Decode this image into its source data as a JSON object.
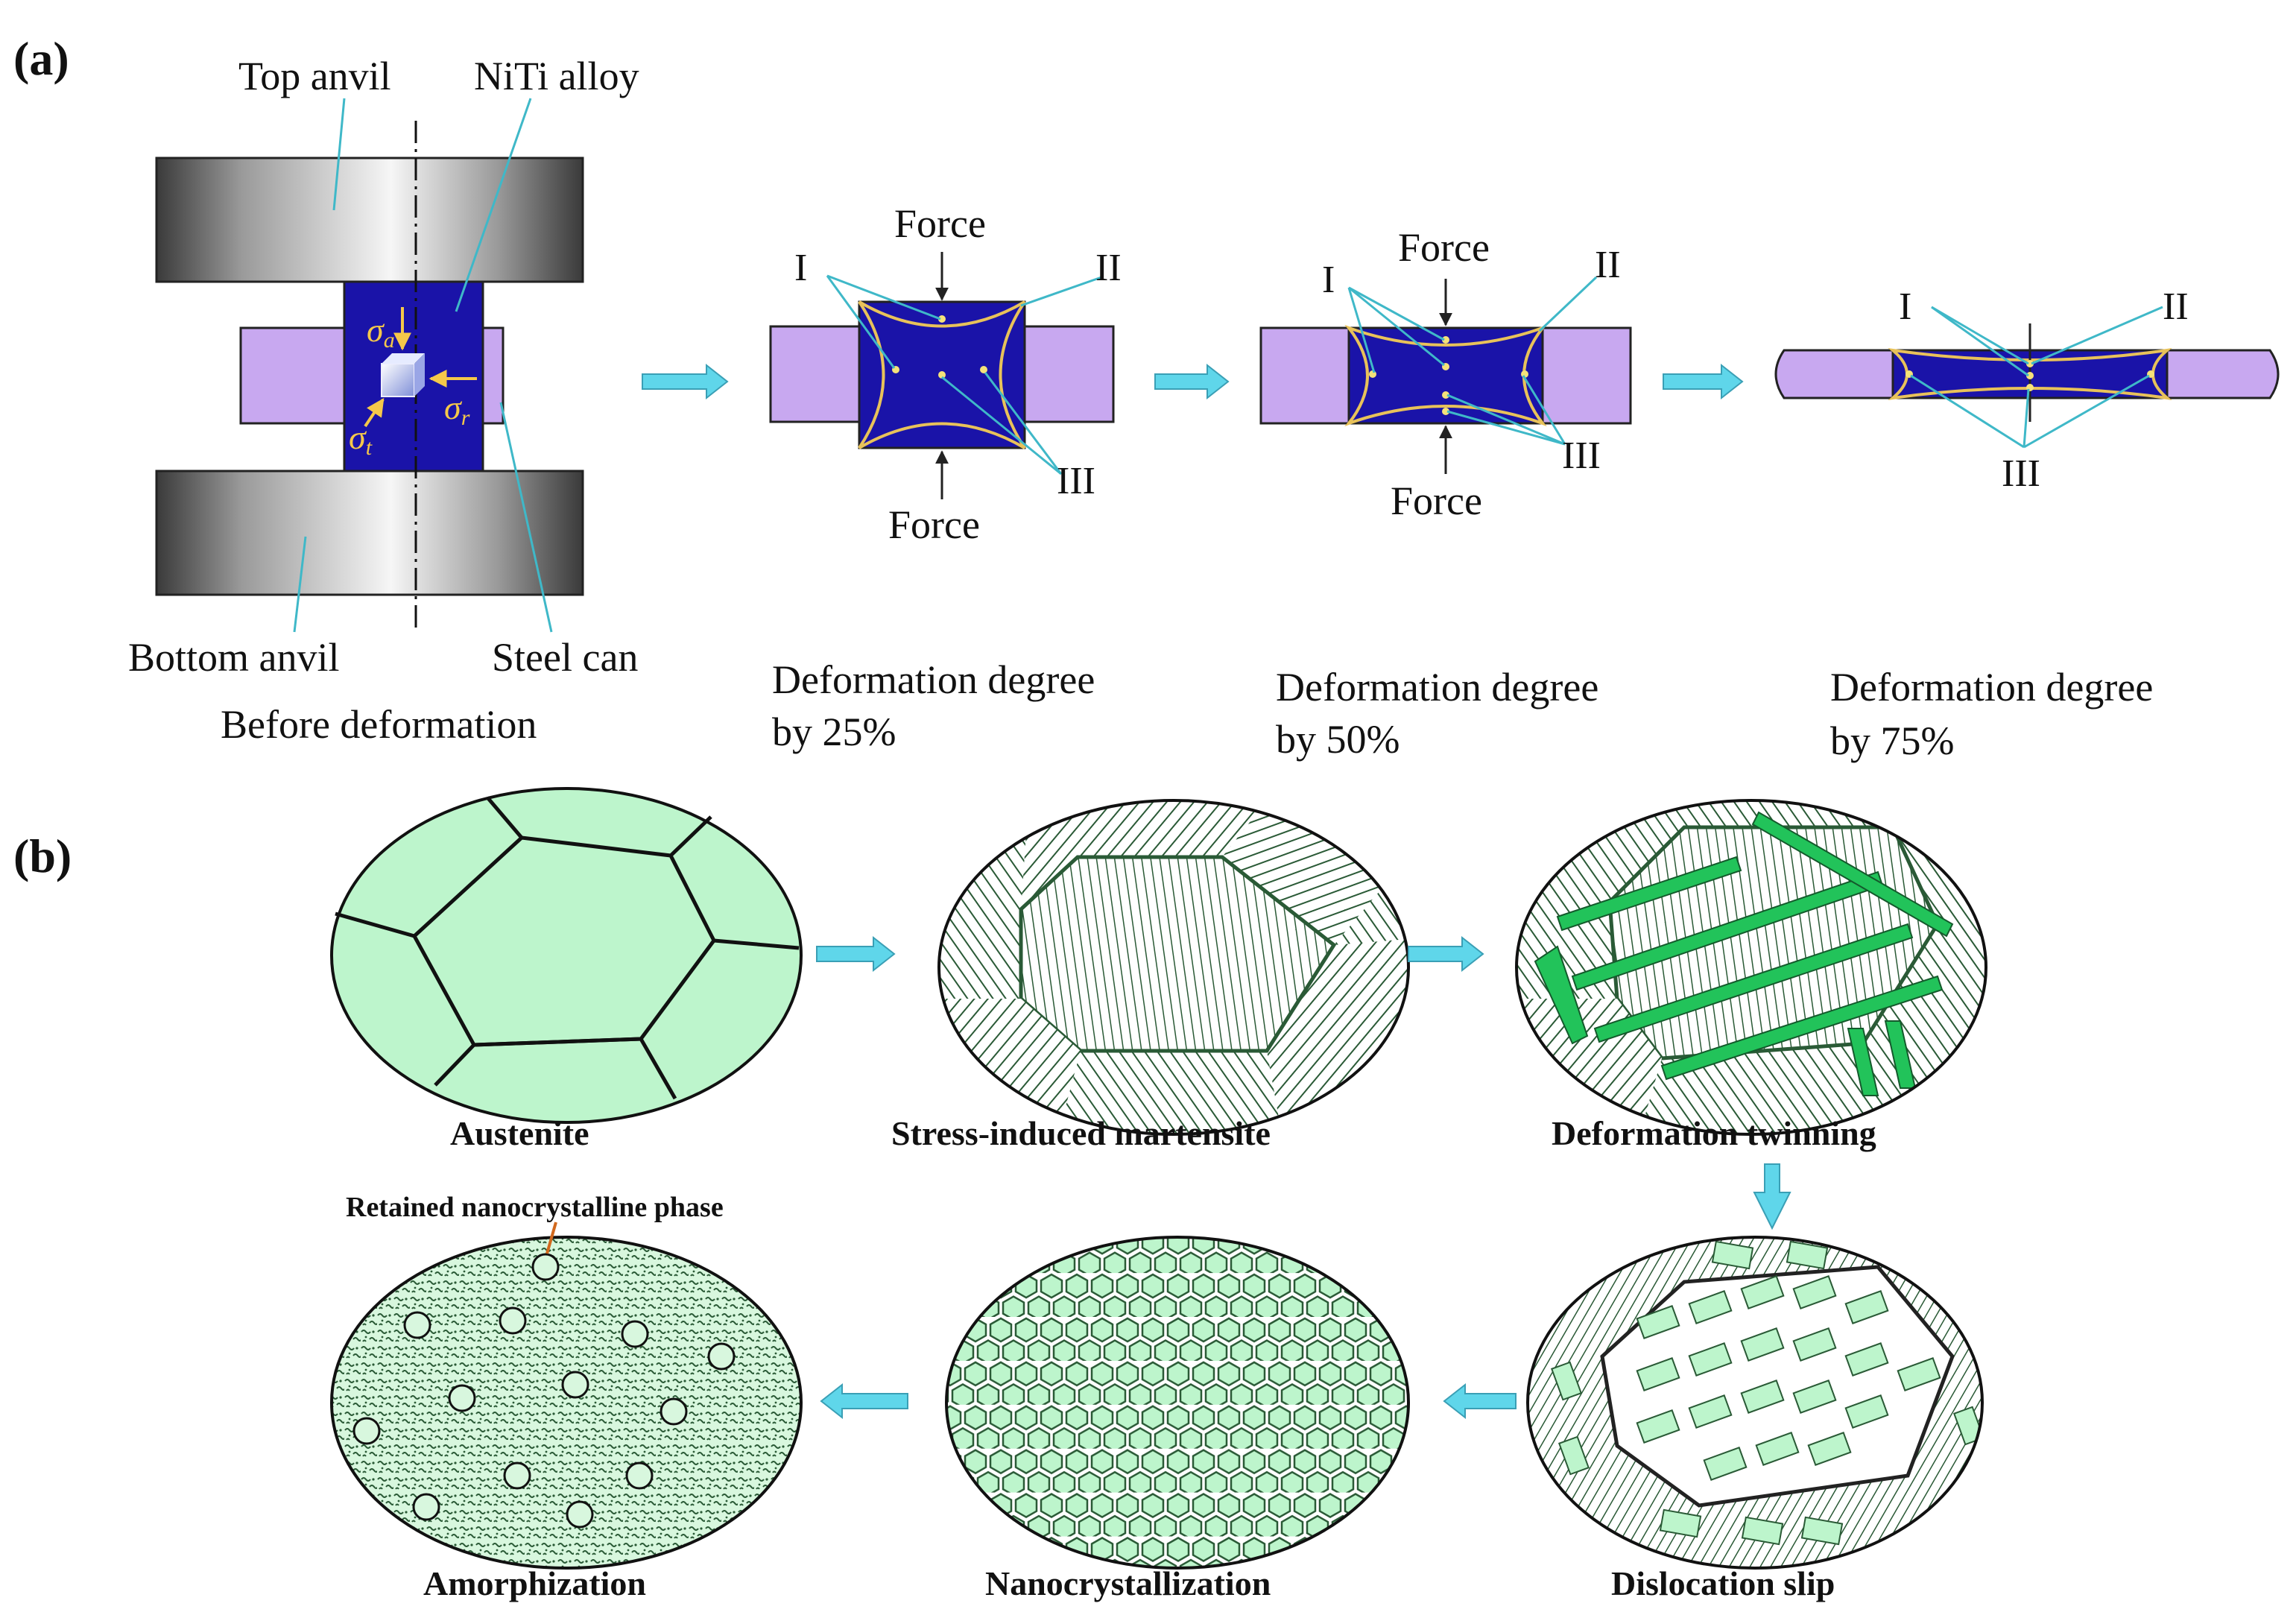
{
  "panel_a": {
    "label": "(a)",
    "top_anvil": "Top anvil",
    "niti_alloy": "NiTi alloy",
    "bottom_anvil": "Bottom anvil",
    "steel_can": "Steel can",
    "before": "Before deformation",
    "sigma": "σ",
    "sigma_a": "a",
    "sigma_t": "t",
    "sigma_r": "r",
    "force": "Force",
    "region_1": "I",
    "region_2": "II",
    "region_3": "III",
    "stages": [
      {
        "line1": "Deformation degree",
        "line2": "by 25%"
      },
      {
        "line1": "Deformation degree",
        "line2": "by 50%"
      },
      {
        "line1": "Deformation degree",
        "line2": "by 75%"
      }
    ]
  },
  "panel_b": {
    "label": "(b)",
    "stages": [
      "Austenite",
      "Stress-induced martensite",
      "Deformation twinning",
      "Dislocation slip",
      "Nanocrystallization",
      "Amorphization"
    ],
    "retained": "Retained nanocrystalline phase"
  },
  "colors": {
    "alloy_blue": "#1a13a8",
    "steel_can": "#c8a8f0",
    "grain_fill": "#bdf5cc",
    "stripe_green": "#2a5a36",
    "twin_green": "#22c35a",
    "arrow_cyan": "#5fd6ea",
    "curve_yellow": "#e8c25a",
    "leader_cyan": "#3fb8c8"
  }
}
